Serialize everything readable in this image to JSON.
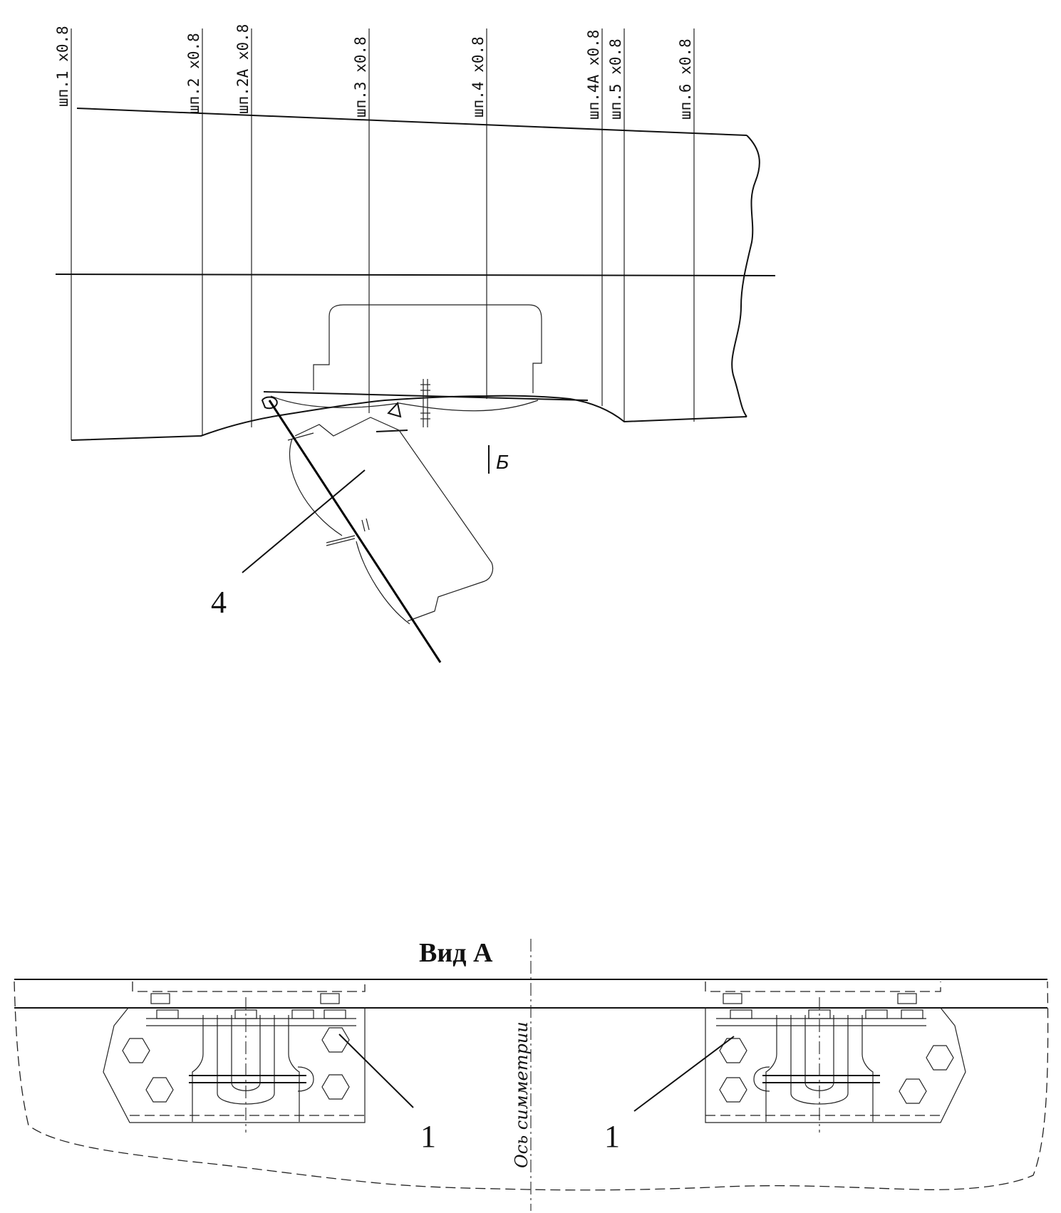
{
  "frames": [
    {
      "label": "шп.1 х0.8",
      "id": "1"
    },
    {
      "label": "шп.2 х0.8",
      "id": "2"
    },
    {
      "label": "шп.2А х0.8",
      "id": "2A"
    },
    {
      "label": "шп.3 х0.8",
      "id": "3"
    },
    {
      "label": "шп.4 х0.8",
      "id": "4"
    },
    {
      "label": "шп.4А х0.8",
      "id": "4A"
    },
    {
      "label": "шп.5 х0.8",
      "id": "5"
    },
    {
      "label": "шп.6 х0.8",
      "id": "6"
    }
  ],
  "side_view": {
    "callout_4": "4",
    "section_mark": "Б"
  },
  "view_a": {
    "title": "Вид А",
    "callout_left": "1",
    "callout_right": "1",
    "symmetry_axis_label": "Ось симметрии"
  }
}
